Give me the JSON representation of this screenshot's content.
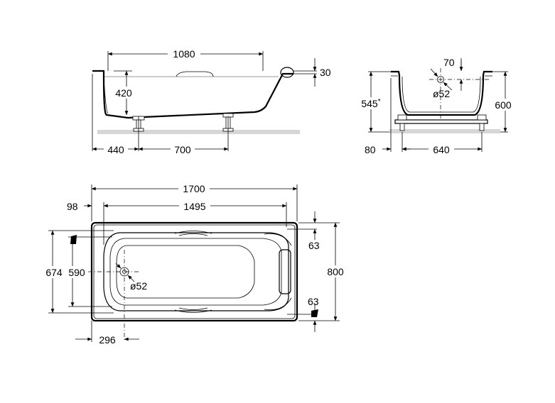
{
  "side_view": {
    "length_dim": "1080",
    "height_dim": "420",
    "rim_dim": "30",
    "end_dim": "440",
    "legs_dim": "700"
  },
  "end_view": {
    "drain_offset_dim": "70",
    "drain_dia_dim": "ø52",
    "height_dim": "545",
    "height_mark": "*",
    "total_height_dim": "600",
    "base_offset_dim": "80",
    "legs_dim": "640"
  },
  "plan_view": {
    "overall_length_dim": "1700",
    "inner_offset_dim": "98",
    "inner_length_dim": "1495",
    "inner_width_dim": "674",
    "bottom_width_dim": "590",
    "overall_width_dim": "800",
    "top_rim_dim": "63",
    "bottom_rim_dim": "63",
    "drain_dia_dim": "ø52",
    "drain_offset_dim": "296"
  }
}
